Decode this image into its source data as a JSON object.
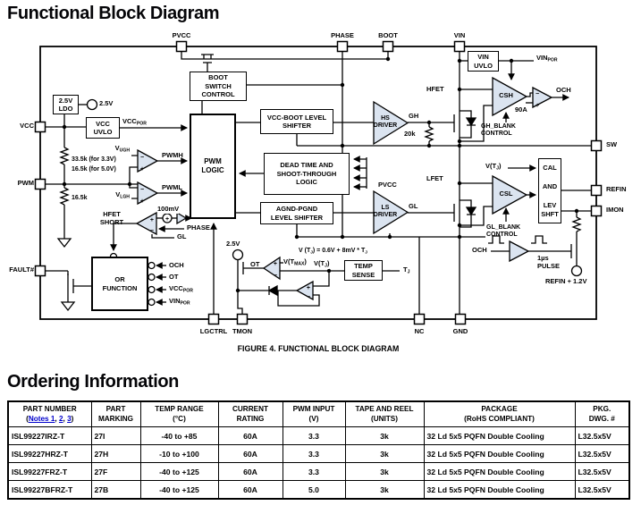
{
  "page": {
    "title_functional": "Functional Block Diagram",
    "title_ordering": "Ordering Information",
    "figure_caption": "FIGURE 4.  FUNCTIONAL BLOCK DIAGRAM"
  },
  "colors": {
    "link_blue": "#0000cc",
    "amp_fill": "#dbe4f0",
    "wire": "#000000"
  },
  "diagram": {
    "pins": {
      "pvcc": "PVCC",
      "phase": "PHASE",
      "boot": "BOOT",
      "vin": "VIN",
      "vcc": "VCC",
      "pwm": "PWM",
      "fault": "FAULT#",
      "sw": "SW",
      "refin": "REFIN",
      "imon": "IMON",
      "lgctrl": "LGCTRL",
      "tmon": "TMON",
      "nc": "NC",
      "gnd": "GND"
    },
    "blocks": {
      "ldo": "2.5V\nLDO",
      "vcc_uvlo": "VCC\nUVLO",
      "boot_switch": "BOOT\nSWITCH\nCONTROL",
      "pwm_logic": "PWM\nLOGIC",
      "vcc_boot_shifter": "VCC-BOOT LEVEL\nSHIFTER",
      "dead_time": "DEAD TIME AND\nSHOOT-THROUGH\nLOGIC",
      "agnd_shifter": "AGND-PGND\nLEVEL SHIFTER",
      "vin_uvlo": "VIN\nUVLO",
      "or_function": "OR\nFUNCTION",
      "temp_sense": "TEMP\nSENSE",
      "cal_parts": [
        "CAL",
        "AND",
        "LEV\nSHFT"
      ],
      "hs_driver": "HS\nDRIVER",
      "ls_driver": "LS\nDRIVER",
      "csh": "CSH",
      "csl": "CSL"
    },
    "labels": {
      "v25_top": "2.5V",
      "v25_bot": "2.5V",
      "pwmh": "PWMH",
      "pwml": "PWML",
      "r_top_a": "33.5k (for 3.3V)",
      "r_top_b": "16.5k (for 5.0V)",
      "r_bot": "16.5k",
      "hfet_short": "HFET\nSHORT",
      "mv100": "100mV",
      "phase_fb": "PHASE",
      "gl_fb": "GL",
      "och_or": "OCH",
      "ot_or": "OT",
      "hfet": "HFET",
      "lfet": "LFET",
      "gh": "GH",
      "gl": "GL",
      "k20": "20k",
      "och_top": "OCH",
      "a90": "90A",
      "gh_blank": "GH_BLANK\nCONTROL",
      "gl_blank": "GL_BLANK\nCONTROL",
      "pvcc_ls": "PVCC",
      "ot": "OT",
      "och_pulse": "OCH",
      "pulse": "1µs\nPULSE",
      "refin12": "REFIN + 1.2V"
    },
    "rich": {
      "vccpor_sig": [
        "VCC",
        "POR"
      ],
      "vccpor_or": [
        "VCC",
        "POR"
      ],
      "vinpor_sig": [
        "VIN",
        "POR"
      ],
      "vinpor_or": [
        "VIN",
        "POR"
      ],
      "vugh": [
        "V",
        "UGH"
      ],
      "vlgh": [
        "V",
        "LGH"
      ],
      "vtj_cal": [
        "V(T",
        "J",
        ")"
      ],
      "vtj": [
        "V(T",
        "J",
        ")"
      ],
      "vtmax": [
        "V(T",
        "MAX",
        ")"
      ],
      "tj": [
        "T",
        "J"
      ],
      "equation": [
        "V (T",
        "J",
        ") = 0.6V + 8mV * T",
        "J"
      ]
    },
    "sym": {
      "plus": "+",
      "minus": "−"
    }
  },
  "table": {
    "headers": [
      [
        "PART NUMBER",
        ""
      ],
      [
        "PART",
        "MARKING"
      ],
      [
        "TEMP RANGE",
        "(°C)"
      ],
      [
        "CURRENT",
        "RATING"
      ],
      [
        "PWM INPUT",
        "(V)"
      ],
      [
        "TAPE AND REEL",
        "(UNITS)"
      ],
      [
        "PACKAGE",
        "(RoHS COMPLIANT)"
      ],
      [
        "PKG.",
        "DWG. #"
      ]
    ],
    "note_prefix": "(",
    "note_links": [
      "Notes 1",
      "2",
      "3"
    ],
    "note_sep": ", ",
    "note_suffix": ")",
    "rows": [
      [
        "ISL99227IRZ-T",
        "27I",
        "-40 to +85",
        "60A",
        "3.3",
        "3k",
        "32 Ld 5x5 PQFN Double Cooling",
        "L32.5x5V"
      ],
      [
        "ISL99227HRZ-T",
        "27H",
        "-10 to +100",
        "60A",
        "3.3",
        "3k",
        "32 Ld 5x5 PQFN Double Cooling",
        "L32.5x5V"
      ],
      [
        "ISL99227FRZ-T",
        "27F",
        "-40 to +125",
        "60A",
        "3.3",
        "3k",
        "32 Ld 5x5 PQFN Double Cooling",
        "L32.5x5V"
      ],
      [
        "ISL99227BFRZ-T",
        "27B",
        "-40 to +125",
        "60A",
        "5.0",
        "3k",
        "32 Ld 5x5 PQFN Double Cooling",
        "L32.5x5V"
      ]
    ]
  }
}
